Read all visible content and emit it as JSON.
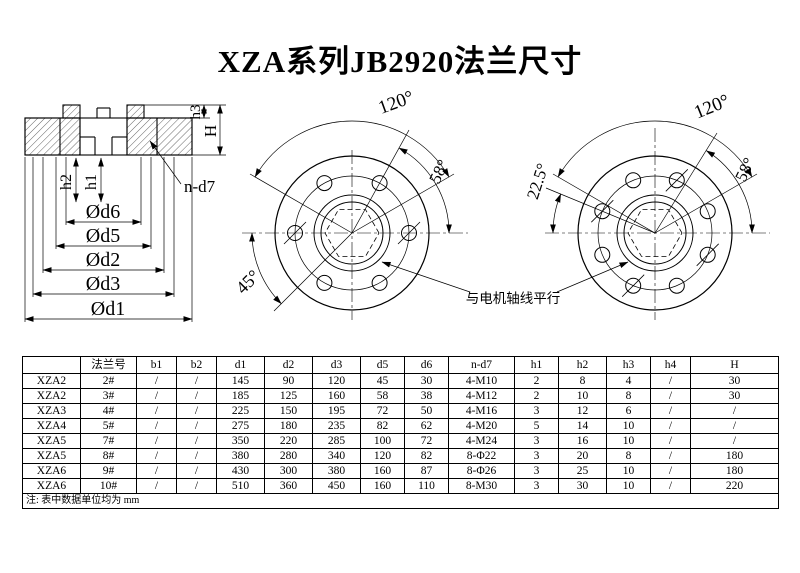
{
  "title": "XZA系列JB2920法兰尺寸",
  "drawing": {
    "section": {
      "od6": "Ød6",
      "od5": "Ød5",
      "od2": "Ød2",
      "od3": "Ød3",
      "od1": "Ød1",
      "h1": "h1",
      "h2": "h2",
      "h3": "h3",
      "H": "H",
      "n_d7": "n-d7"
    },
    "flange_left": {
      "angle_120": "120°",
      "angle_58": "58°",
      "angle_45": "45°"
    },
    "flange_right": {
      "angle_120": "120°",
      "angle_58": "58°",
      "angle_225": "22.5°"
    },
    "axis_note": "与电机轴线平行"
  },
  "table": {
    "headers": [
      "",
      "法兰号",
      "b1",
      "b2",
      "d1",
      "d2",
      "d3",
      "d5",
      "d6",
      "n-d7",
      "h1",
      "h2",
      "h3",
      "h4",
      "H"
    ],
    "rows": [
      [
        "XZA2",
        "2#",
        "/",
        "/",
        "145",
        "90",
        "120",
        "45",
        "30",
        "4-M10",
        "2",
        "8",
        "4",
        "/",
        "30"
      ],
      [
        "XZA2",
        "3#",
        "/",
        "/",
        "185",
        "125",
        "160",
        "58",
        "38",
        "4-M12",
        "2",
        "10",
        "8",
        "/",
        "30"
      ],
      [
        "XZA3",
        "4#",
        "/",
        "/",
        "225",
        "150",
        "195",
        "72",
        "50",
        "4-M16",
        "3",
        "12",
        "6",
        "/",
        "/"
      ],
      [
        "XZA4",
        "5#",
        "/",
        "/",
        "275",
        "180",
        "235",
        "82",
        "62",
        "4-M20",
        "5",
        "14",
        "10",
        "/",
        "/"
      ],
      [
        "XZA5",
        "7#",
        "/",
        "/",
        "350",
        "220",
        "285",
        "100",
        "72",
        "4-M24",
        "3",
        "16",
        "10",
        "/",
        "/"
      ],
      [
        "XZA5",
        "8#",
        "/",
        "/",
        "380",
        "280",
        "340",
        "120",
        "82",
        "8-Φ22",
        "3",
        "20",
        "8",
        "/",
        "180"
      ],
      [
        "XZA6",
        "9#",
        "/",
        "/",
        "430",
        "300",
        "380",
        "160",
        "87",
        "8-Φ26",
        "3",
        "25",
        "10",
        "/",
        "180"
      ],
      [
        "XZA6",
        "10#",
        "/",
        "/",
        "510",
        "360",
        "450",
        "160",
        "110",
        "8-M30",
        "3",
        "30",
        "10",
        "/",
        "220"
      ]
    ],
    "note": "注: 表中数据单位均为 mm"
  }
}
